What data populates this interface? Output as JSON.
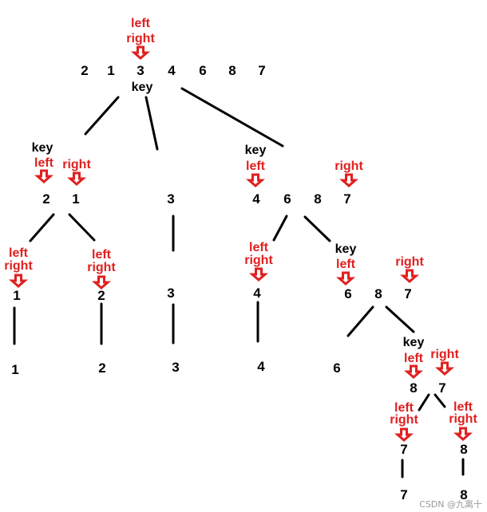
{
  "colors": {
    "ink": "#000000",
    "accent": "#e02020",
    "watermark": "#9a9a9a"
  },
  "marker_labels": {
    "left": "left",
    "right": "right",
    "key": "key"
  },
  "icons": {
    "pointer": "down-arrow-icon"
  },
  "levels": [
    {
      "name": "level-0-root",
      "values": [
        "2",
        "1",
        "3",
        "4",
        "6",
        "8",
        "7"
      ]
    },
    {
      "name": "level-1-left-left",
      "values": [
        "2",
        "1"
      ]
    },
    {
      "name": "level-1-middle",
      "values": [
        "3"
      ]
    },
    {
      "name": "level-1-right",
      "values": [
        "4",
        "6",
        "8",
        "7"
      ]
    },
    {
      "name": "level-2-a",
      "values": [
        "1"
      ]
    },
    {
      "name": "level-2-b",
      "values": [
        "2"
      ]
    },
    {
      "name": "level-2-c",
      "values": [
        "3"
      ]
    },
    {
      "name": "level-2-d",
      "values": [
        "4"
      ]
    },
    {
      "name": "level-2-e",
      "values": [
        "6",
        "8",
        "7"
      ]
    },
    {
      "name": "level-3-a",
      "values": [
        "1"
      ]
    },
    {
      "name": "level-3-b",
      "values": [
        "2"
      ]
    },
    {
      "name": "level-3-c",
      "values": [
        "3"
      ]
    },
    {
      "name": "level-3-d",
      "values": [
        "4"
      ]
    },
    {
      "name": "level-3-e",
      "values": [
        "6"
      ]
    },
    {
      "name": "level-3-f",
      "values": [
        "8",
        "7"
      ]
    },
    {
      "name": "level-4-a",
      "values": [
        "7"
      ]
    },
    {
      "name": "level-4-b",
      "values": [
        "8"
      ]
    },
    {
      "name": "level-5-a",
      "values": [
        "7"
      ]
    },
    {
      "name": "level-5-b",
      "values": [
        "8"
      ]
    }
  ],
  "watermark": "CSDN @九离十"
}
